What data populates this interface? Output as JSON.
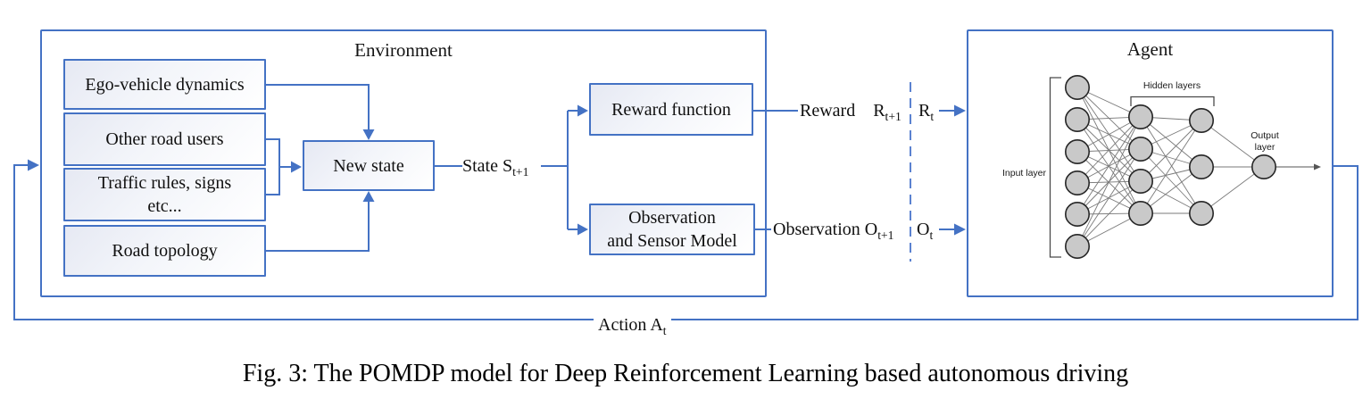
{
  "figure": {
    "caption": "Fig. 3: The POMDP model for Deep Reinforcement Learning based autonomous driving"
  },
  "colors": {
    "accent_blue": "#4472C4",
    "box_fill_top": "#E6E9F3",
    "node_gray": "#C9C9C9",
    "edge_gray": "#7A7A7A"
  },
  "environment": {
    "title": "Environment",
    "boxes": {
      "ego": "Ego-vehicle dynamics",
      "others": "Other road users",
      "traffic": [
        "Traffic rules, signs",
        "etc..."
      ],
      "road": "Road topology",
      "new_state": "New state",
      "reward_fn": "Reward function",
      "observation_model": [
        "Observation",
        "and Sensor Model"
      ]
    }
  },
  "labels": {
    "state": {
      "base": "State S",
      "sub": "t+1"
    },
    "reward": {
      "base": "Reward    R",
      "sub": "t+1"
    },
    "reward_t": {
      "base": "R",
      "sub": "t"
    },
    "observation": {
      "base": "Observation O",
      "sub": "t+1"
    },
    "observation_t": {
      "base": "O",
      "sub": "t"
    },
    "action": {
      "base": "Action A",
      "sub": "t"
    }
  },
  "agent": {
    "title": "Agent",
    "input_label": "Input layer",
    "hidden_label": "Hidden layers",
    "output_label": [
      "Output",
      "layer"
    ],
    "network": {
      "input_nodes": 6,
      "hidden_layers": [
        4,
        3
      ],
      "output_nodes": 1
    }
  }
}
